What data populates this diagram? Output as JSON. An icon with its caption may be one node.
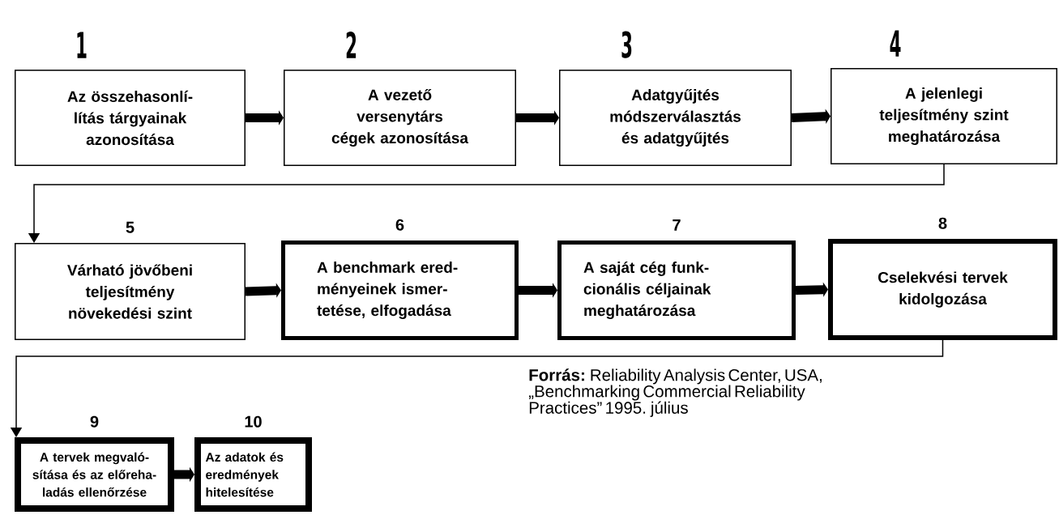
{
  "diagram": {
    "nodes": [
      {
        "text": [
          "Az összehasonlí- lítás tárgyainak azonosítása"
        ],
        "beside": [
          "1"
        ]
      },
      {
        "text": [
          "A vezető versenytárs cégek azonosítása"
        ],
        "beside": [
          "2"
        ]
      },
      {
        "text": [
          "Adatgyűjtés módszerválasztás és adatgyűjtés"
        ],
        "beside": [
          "3"
        ]
      },
      {
        "text": [
          "A jelenlegi teljesítmény szint meghatározása"
        ],
        "beside": [
          "4"
        ]
      },
      {
        "text": [
          "Várható jövőbeni teljesítmény növekedési szint"
        ],
        "beside": [
          "5"
        ]
      },
      {
        "text": [
          "A benchmark ered- ményeinek ismer- tetése, elfogadása"
        ],
        "beside": [
          "6"
        ]
      },
      {
        "text": [
          "A saját cég funk- cionális céljainak meghatározása"
        ],
        "beside": [
          "7"
        ]
      },
      {
        "text": [
          "Cselekvési tervek kidolgozása"
        ],
        "beside": [
          "8"
        ]
      },
      {
        "text": [
          "A tervek megvaló- sítása és az előreha- ladás ellenőrzése"
        ],
        "beside": [
          "9"
        ]
      },
      {
        "text": [
          "Az adatok és eredmények hitelesítése"
        ],
        "beside": [
          "10"
        ]
      }
    ],
    "edges": [
      {
        "from": 0,
        "to": 1,
        "arrow": "to"
      },
      {
        "from": 1,
        "to": 2,
        "arrow": "to"
      },
      {
        "from": 2,
        "to": 3,
        "arrow": "to"
      },
      {
        "from": 3,
        "to": 4,
        "arrow": "to"
      },
      {
        "from": 4,
        "to": 5,
        "arrow": "to"
      },
      {
        "from": 5,
        "to": 6,
        "arrow": "to"
      },
      {
        "from": 6,
        "to": 7,
        "arrow": "to"
      },
      {
        "from": 7,
        "to": 8,
        "arrow": "to"
      },
      {
        "from": 8,
        "to": 9,
        "arrow": "to"
      }
    ],
    "labels": [
      "**Forrás:** Reliability Analysis Center, USA, „Benchmarking Commercial Reliability Practices” 1995. július"
    ]
  }
}
